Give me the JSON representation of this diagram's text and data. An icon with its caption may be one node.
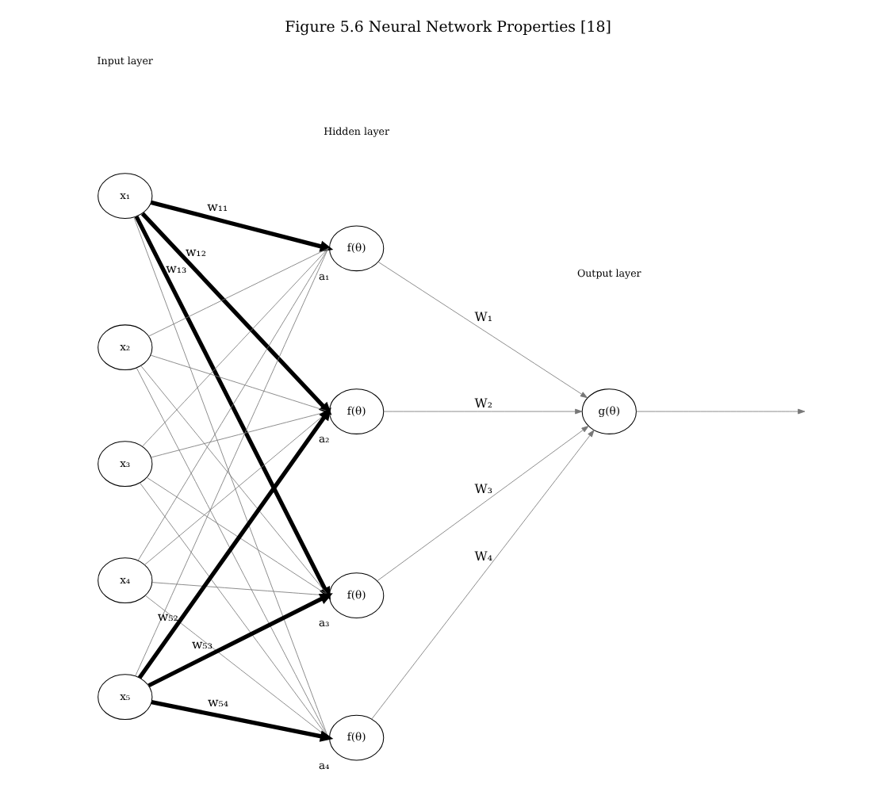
{
  "diagram": {
    "title": "Figure 5.6 Neural Network Properties [18]",
    "nodes": [
      {
        "text": [
          "x₁"
        ]
      },
      {
        "text": [
          "x₂"
        ]
      },
      {
        "text": [
          "x₃"
        ]
      },
      {
        "text": [
          "x₄"
        ]
      },
      {
        "text": [
          "x₅"
        ]
      },
      {
        "text": [
          "f(θ)"
        ],
        "beside": [
          "a₁"
        ]
      },
      {
        "text": [
          "f(θ)"
        ],
        "beside": [
          "a₂"
        ]
      },
      {
        "text": [
          "f(θ)"
        ],
        "beside": [
          "a₃"
        ]
      },
      {
        "text": [
          "f(θ)"
        ],
        "beside": [
          "a₄"
        ]
      },
      {
        "text": [
          "g(θ)"
        ]
      }
    ],
    "edges": [
      {
        "from": 0,
        "to": 5,
        "arrow": "to",
        "style": "thick",
        "color": "#000000",
        "label": "w₁₁"
      },
      {
        "from": 0,
        "to": 6,
        "arrow": "to",
        "style": "thick",
        "color": "#000000",
        "label": "w₁₂"
      },
      {
        "from": 0,
        "to": 7,
        "arrow": "to",
        "style": "thick",
        "color": "#000000",
        "label": "w₁₃"
      },
      {
        "from": 0,
        "to": 8,
        "arrow": "none"
      },
      {
        "from": 1,
        "to": 5,
        "arrow": "none"
      },
      {
        "from": 1,
        "to": 6,
        "arrow": "none"
      },
      {
        "from": 1,
        "to": 7,
        "arrow": "none"
      },
      {
        "from": 1,
        "to": 8,
        "arrow": "none"
      },
      {
        "from": 2,
        "to": 5,
        "arrow": "none"
      },
      {
        "from": 2,
        "to": 6,
        "arrow": "none"
      },
      {
        "from": 2,
        "to": 7,
        "arrow": "none"
      },
      {
        "from": 2,
        "to": 8,
        "arrow": "none"
      },
      {
        "from": 3,
        "to": 5,
        "arrow": "none"
      },
      {
        "from": 3,
        "to": 6,
        "arrow": "none"
      },
      {
        "from": 3,
        "to": 7,
        "arrow": "none"
      },
      {
        "from": 3,
        "to": 8,
        "arrow": "none"
      },
      {
        "from": 4,
        "to": 5,
        "arrow": "none"
      },
      {
        "from": 4,
        "to": 6,
        "arrow": "to",
        "style": "thick",
        "color": "#000000",
        "label": "w₅₂"
      },
      {
        "from": 4,
        "to": 7,
        "arrow": "to",
        "style": "thick",
        "color": "#000000",
        "label": "w₅₃"
      },
      {
        "from": 4,
        "to": 8,
        "arrow": "to",
        "style": "thick",
        "color": "#000000",
        "label": "w₅₄"
      },
      {
        "from": 5,
        "to": 9,
        "arrow": "to",
        "label": "W₁"
      },
      {
        "from": 6,
        "to": 9,
        "arrow": "to",
        "label": "W₂"
      },
      {
        "from": 7,
        "to": 9,
        "arrow": "to",
        "label": "W₃"
      },
      {
        "from": 8,
        "to": 9,
        "arrow": "to",
        "label": "W₄"
      },
      {
        "from": 9,
        "to": null,
        "arrow": "to"
      }
    ],
    "labels": [
      "Input layer",
      "Hidden layer",
      "Output layer"
    ]
  }
}
